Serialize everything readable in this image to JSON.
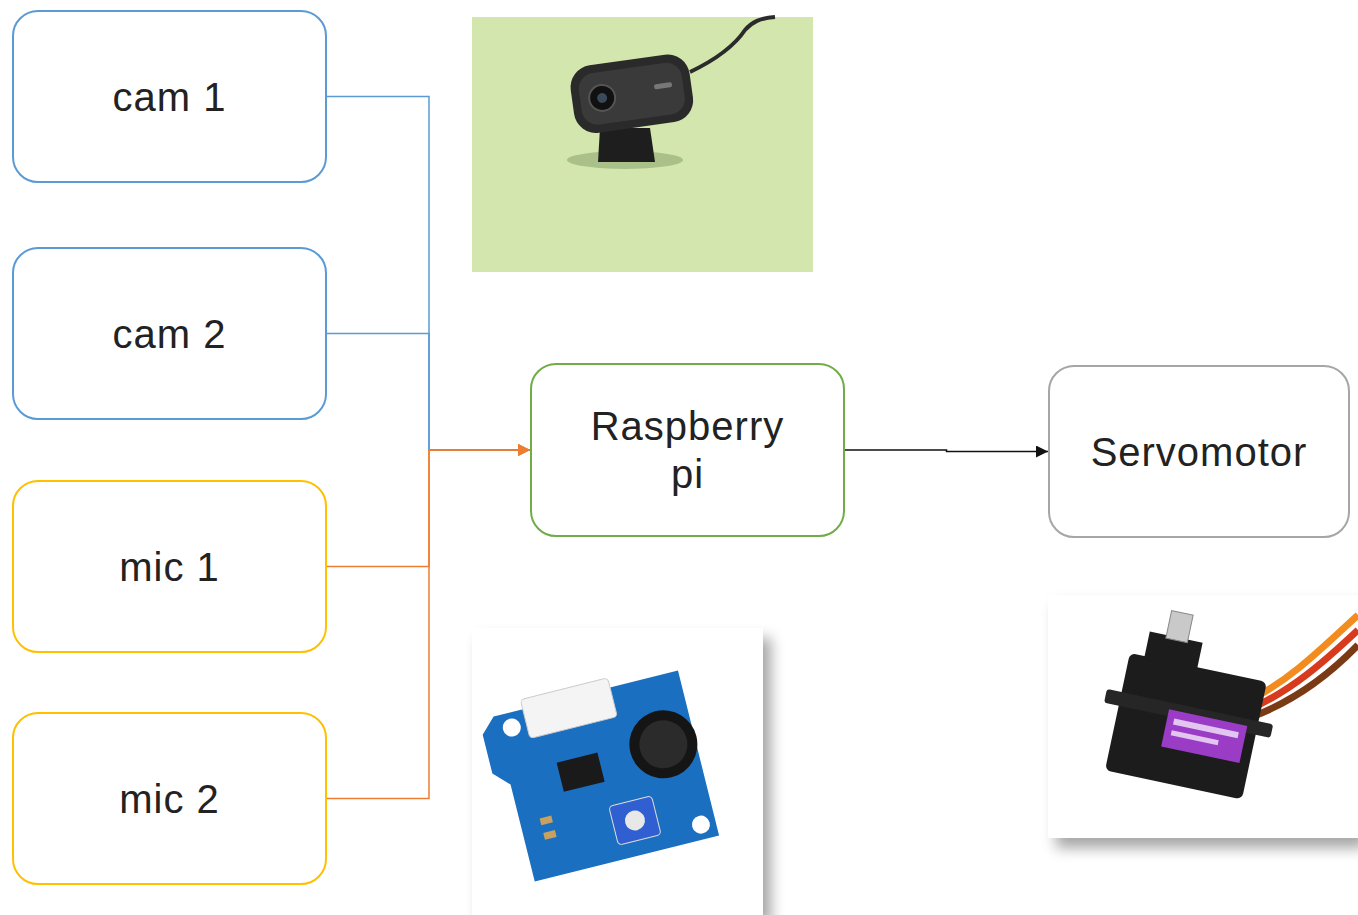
{
  "diagram": {
    "nodes": [
      {
        "text": [
          "cam 1"
        ]
      },
      {
        "text": [
          "cam 2"
        ]
      },
      {
        "text": [
          "mic 1"
        ]
      },
      {
        "text": [
          "mic 2"
        ]
      },
      {
        "text": [
          "Raspberry pi"
        ]
      },
      {
        "text": [
          "Servomotor"
        ]
      }
    ],
    "edges": [
      {
        "from": 0,
        "to": 4,
        "arrow": "to"
      },
      {
        "from": 1,
        "to": 4,
        "arrow": "to"
      },
      {
        "from": 2,
        "to": 4,
        "arrow": "to"
      },
      {
        "from": 3,
        "to": 4,
        "arrow": "to"
      },
      {
        "from": 4,
        "to": 5,
        "arrow": "to"
      }
    ]
  }
}
